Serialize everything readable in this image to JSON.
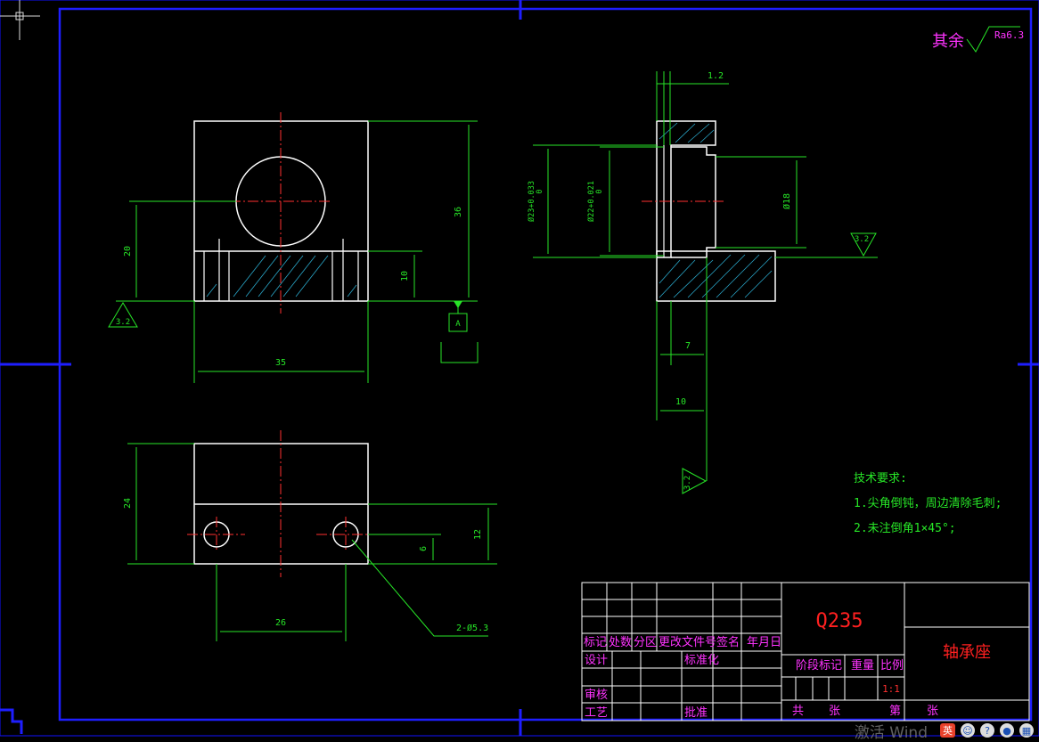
{
  "surface_roughness": {
    "general_label": "其余",
    "general_value": "Ra6.3",
    "symbol_value": "3.2"
  },
  "front_view": {
    "dim_height_total": "36",
    "dim_center_height": "20",
    "dim_slot_height": "10",
    "dim_width": "35",
    "datum_label": "A"
  },
  "side_view": {
    "dim_top": "1.2",
    "dim_d1": "Ø23+0.033",
    "dim_d1_lower": "0",
    "dim_d2": "Ø22+0.021",
    "dim_d2_lower": "0",
    "dim_d3": "Ø18",
    "dim_bottom1": "7",
    "dim_bottom2": "10"
  },
  "top_view": {
    "dim_height": "24",
    "dim_half": "12",
    "dim_hole_offset": "6",
    "dim_hole_spacing": "26",
    "hole_callout": "2-Ø5.3"
  },
  "technical_requirements": {
    "heading": "技术要求:",
    "items": [
      "1.尖角倒钝，周边清除毛刺;",
      "2.未注倒角1×45°;"
    ]
  },
  "title_block": {
    "material": "Q235",
    "part_name": "轴承座",
    "header_row": [
      "标记",
      "处数",
      "分区",
      "更改文件号",
      "签名",
      "年月日"
    ],
    "design": "设计",
    "standardize": "标准化",
    "review": "审核",
    "process": "工艺",
    "approve": "批准",
    "stage_mark": "阶段标记",
    "weight": "重量",
    "scale_label": "比例",
    "scale_value": "1:1",
    "total": "共",
    "sheets": "张",
    "sheet_no": "第",
    "sheets2": "张"
  },
  "taskbar": {
    "watermark": "激活 Wind",
    "ime": "英"
  }
}
